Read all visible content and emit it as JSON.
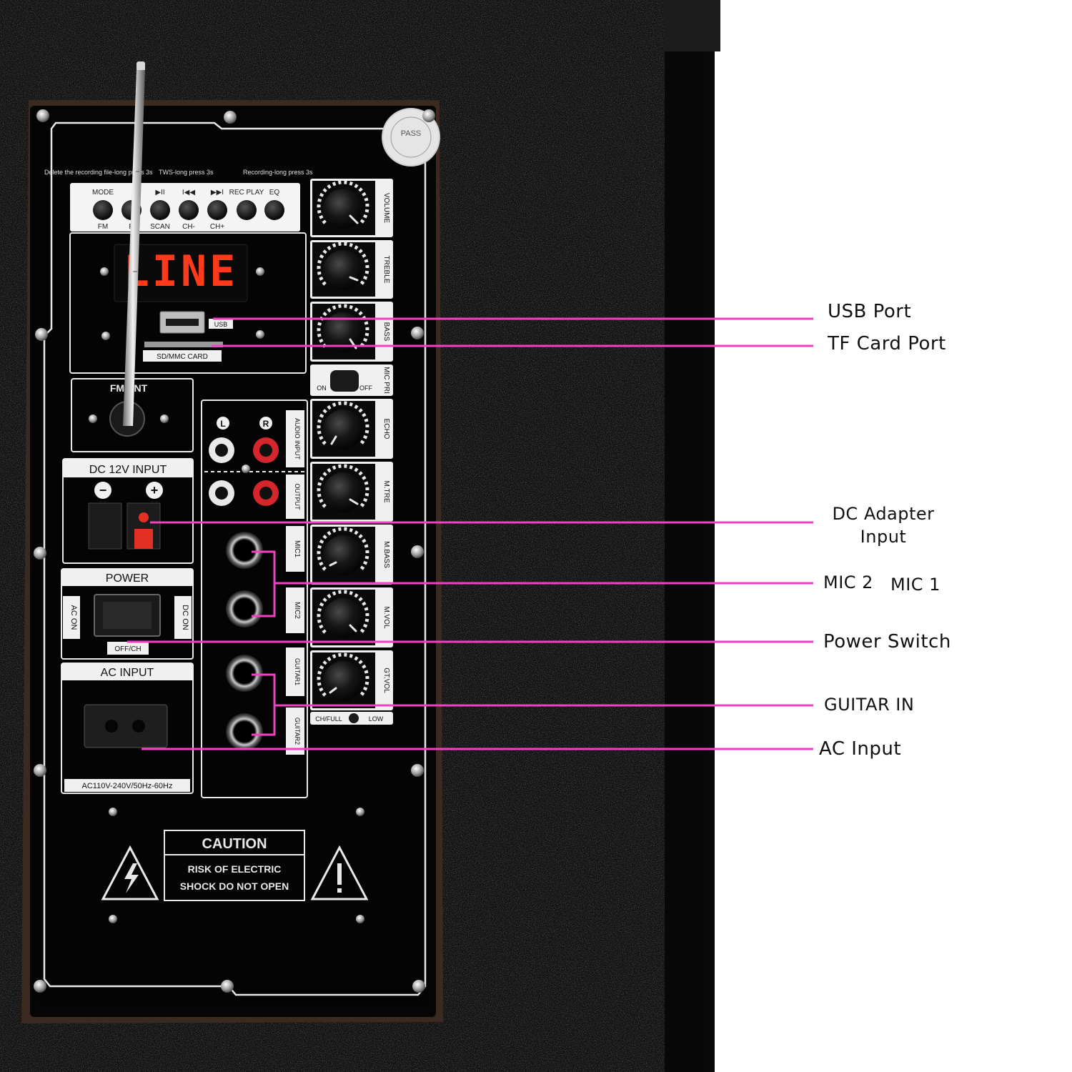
{
  "panel": {
    "top_note_delete": "Delete the recording file-long press 3s",
    "top_note_tws": "TWS-long press 3s",
    "top_note_recording": "Recording-long press 3s",
    "buttons_top": [
      "MODE",
      "",
      "▶II",
      "I◀◀",
      "▶▶I",
      "REC PLAY",
      "EQ"
    ],
    "buttons_bottom": [
      "FM",
      "R",
      "SCAN",
      "CH-",
      "CH+",
      "",
      ""
    ],
    "display_text": "LINE",
    "usb_label": "USB",
    "card_label": "SD/MMC CARD",
    "fm_ant_label": "FM ANT",
    "dc_input_label": "DC 12V INPUT",
    "dc_minus": "−",
    "dc_plus": "+",
    "power_label": "POWER",
    "ac_on_label": "AC ON",
    "dc_on_label": "DC ON",
    "off_label": "OFF/CH",
    "ac_input_label": "AC INPUT",
    "ac_rating": "AC110V-240V/50Hz-60Hz",
    "knobs": [
      "VOLUME",
      "TREBLE",
      "BASS",
      "ECHO",
      "M.TRE",
      "M.BASS",
      "M.VOL",
      "GT.VOL"
    ],
    "mic_pri_label": "MIC PRI",
    "mic_pri_on": "ON",
    "mic_pri_off": "OFF",
    "audio_input_label": "AUDIO INPUT",
    "output_label": "OUTPUT",
    "rca_left": "L",
    "rca_right": "R",
    "mic1_label": "MIC1",
    "mic2_label": "MIC2",
    "guitar1_label": "GUITAR1",
    "guitar2_label": "GUITAR2",
    "ch_full_label": "CH/FULL",
    "low_label": "LOW",
    "caution_title": "CAUTION",
    "caution_line1": "RISK OF ELECTRIC",
    "caution_line2": "SHOCK DO NOT OPEN",
    "pass_sticker": "PASS"
  },
  "callouts": {
    "usb_port": "USB Port",
    "tf_card_port": "TF Card Port",
    "dc_adapter_line1": "DC Adapter",
    "dc_adapter_line2": "Input",
    "mic2": "MIC 2",
    "mic1": "MIC 1",
    "power_switch": "Power Switch",
    "guitar_in": "GUITAR IN",
    "ac_input": "AC Input"
  },
  "colors": {
    "callout_line": "#f23fc4",
    "cabinet": "#0d0d0d",
    "panel": "#050505",
    "panel_outline": "#e8e8e8",
    "led": "#ff3a1a",
    "dc_plus_terminal": "#e23024"
  }
}
